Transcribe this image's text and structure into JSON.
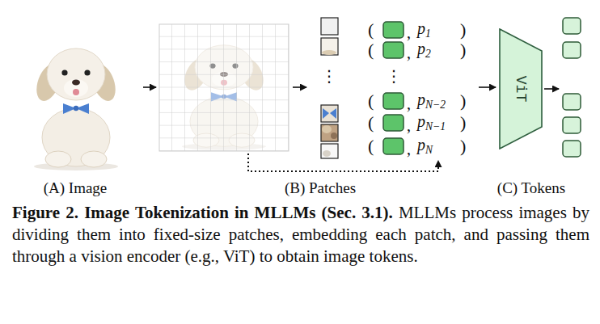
{
  "diagram": {
    "caption": "Figure 2. Image Tokenization in MLLMs (Sec. 3.1). MLLMs process images by dividing them into fixed-size patches, embedding each patch, and passing them through a vision encoder (e.g., ViT) to obtain image tokens.",
    "nodes": [
      {
        "text": [
          "(A) Image"
        ]
      },
      {
        "text": [
          "ViT"
        ]
      },
      {
        "text": [
          "(C) Tokens"
        ]
      }
    ],
    "edges": [
      {
        "from": 1,
        "to": 2,
        "arrow": "to"
      }
    ],
    "labels": [
      "(",
      ",",
      "p1",
      ")",
      "(",
      ",",
      "p2",
      ")",
      "⋮",
      "⋮",
      "(",
      ",",
      "pN−2",
      ")",
      "(",
      ",",
      "pN−1",
      ")",
      "(",
      ",",
      "pN",
      ")",
      "(B) Patches"
    ]
  }
}
